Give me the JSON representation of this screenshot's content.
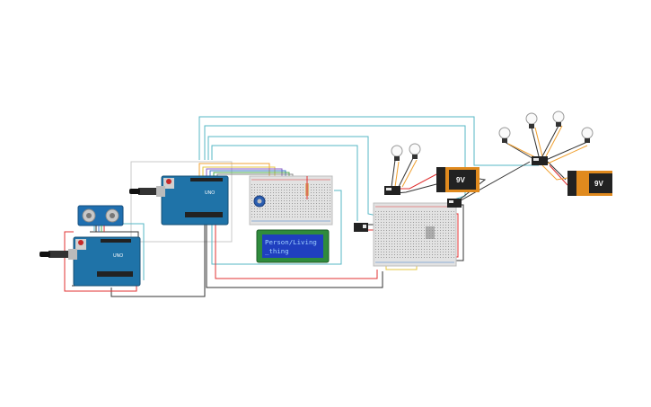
{
  "lcd": {
    "line1": "Person/Living",
    "line2": "_thing"
  },
  "arduino": {
    "label": "UNO"
  },
  "batteries": [
    {
      "label": "9V"
    },
    {
      "label": "9V"
    }
  ],
  "colors": {
    "arduino_board": "#1f73a8",
    "breadboard": "#e2e2e2",
    "lcd_frame": "#2f8b3c",
    "lcd_screen": "#1f3fbf",
    "battery_body": "#e08a1e",
    "battery_top": "#222222",
    "wire_red": "#e03030",
    "wire_black": "#333333",
    "wire_teal": "#56b7c6",
    "wire_orange": "#f0a030"
  },
  "icons": [
    "usb-plug-icon",
    "bulb-icon",
    "potentiometer-icon",
    "ultrasonic-sensor-icon"
  ]
}
